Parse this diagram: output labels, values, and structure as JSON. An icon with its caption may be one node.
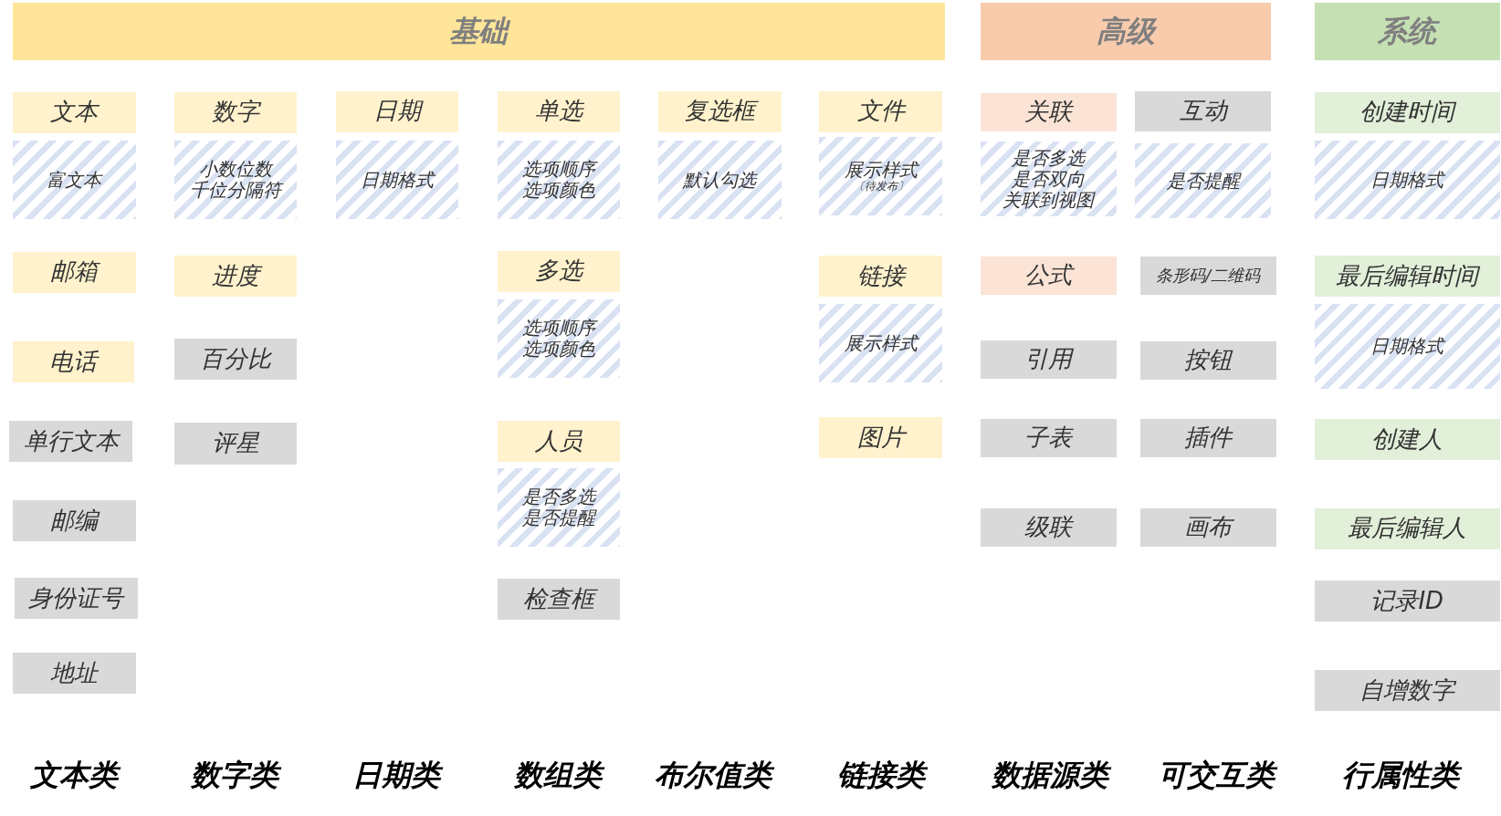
{
  "diagram": {
    "nodes": [
      {
        "text": [
          "基础"
        ]
      },
      {
        "text": [
          "高级"
        ]
      },
      {
        "text": [
          "系统"
        ]
      },
      {
        "text": [
          "文本"
        ]
      },
      {
        "text": [
          "富文本"
        ]
      },
      {
        "text": [
          "邮箱"
        ]
      },
      {
        "text": [
          "电话"
        ]
      },
      {
        "text": [
          "单行文本"
        ]
      },
      {
        "text": [
          "邮编"
        ]
      },
      {
        "text": [
          "身份证号"
        ]
      },
      {
        "text": [
          "地址"
        ]
      },
      {
        "text": [
          "数字"
        ]
      },
      {
        "text": [
          "小数位数",
          "千位分隔符"
        ]
      },
      {
        "text": [
          "进度"
        ]
      },
      {
        "text": [
          "百分比"
        ]
      },
      {
        "text": [
          "评星"
        ]
      },
      {
        "text": [
          "日期"
        ]
      },
      {
        "text": [
          "日期格式"
        ]
      },
      {
        "text": [
          "单选"
        ]
      },
      {
        "text": [
          "选项顺序",
          "选项颜色"
        ]
      },
      {
        "text": [
          "多选"
        ]
      },
      {
        "text": [
          "选项顺序",
          "选项颜色"
        ]
      },
      {
        "text": [
          "人员"
        ]
      },
      {
        "text": [
          "是否多选",
          "是否提醒"
        ]
      },
      {
        "text": [
          "检查框"
        ]
      },
      {
        "text": [
          "复选框"
        ]
      },
      {
        "text": [
          "默认勾选"
        ]
      },
      {
        "text": [
          "文件"
        ]
      },
      {
        "text": [
          "展示样式",
          "〔待发布〕"
        ]
      },
      {
        "text": [
          "链接"
        ]
      },
      {
        "text": [
          "展示样式"
        ]
      },
      {
        "text": [
          "图片"
        ]
      },
      {
        "text": [
          "关联"
        ]
      },
      {
        "text": [
          "是否多选",
          "是否双向",
          "关联到视图"
        ]
      },
      {
        "text": [
          "公式"
        ]
      },
      {
        "text": [
          "引用"
        ]
      },
      {
        "text": [
          "子表"
        ]
      },
      {
        "text": [
          "级联"
        ]
      },
      {
        "text": [
          "互动"
        ]
      },
      {
        "text": [
          "是否提醒"
        ]
      },
      {
        "text": [
          "条形码/二维码"
        ]
      },
      {
        "text": [
          "按钮"
        ]
      },
      {
        "text": [
          "插件"
        ]
      },
      {
        "text": [
          "画布"
        ]
      },
      {
        "text": [
          "创建时间"
        ]
      },
      {
        "text": [
          "日期格式"
        ]
      },
      {
        "text": [
          "最后编辑时间"
        ]
      },
      {
        "text": [
          "日期格式"
        ]
      },
      {
        "text": [
          "创建人"
        ]
      },
      {
        "text": [
          "最后编辑人"
        ]
      },
      {
        "text": [
          "记录ID"
        ]
      },
      {
        "text": [
          "自增数字"
        ]
      }
    ],
    "labels": [
      "文本类",
      "数字类",
      "日期类",
      "数组类",
      "布尔值类",
      "链接类",
      "数据源类",
      "可交互类",
      "行属性类"
    ]
  }
}
